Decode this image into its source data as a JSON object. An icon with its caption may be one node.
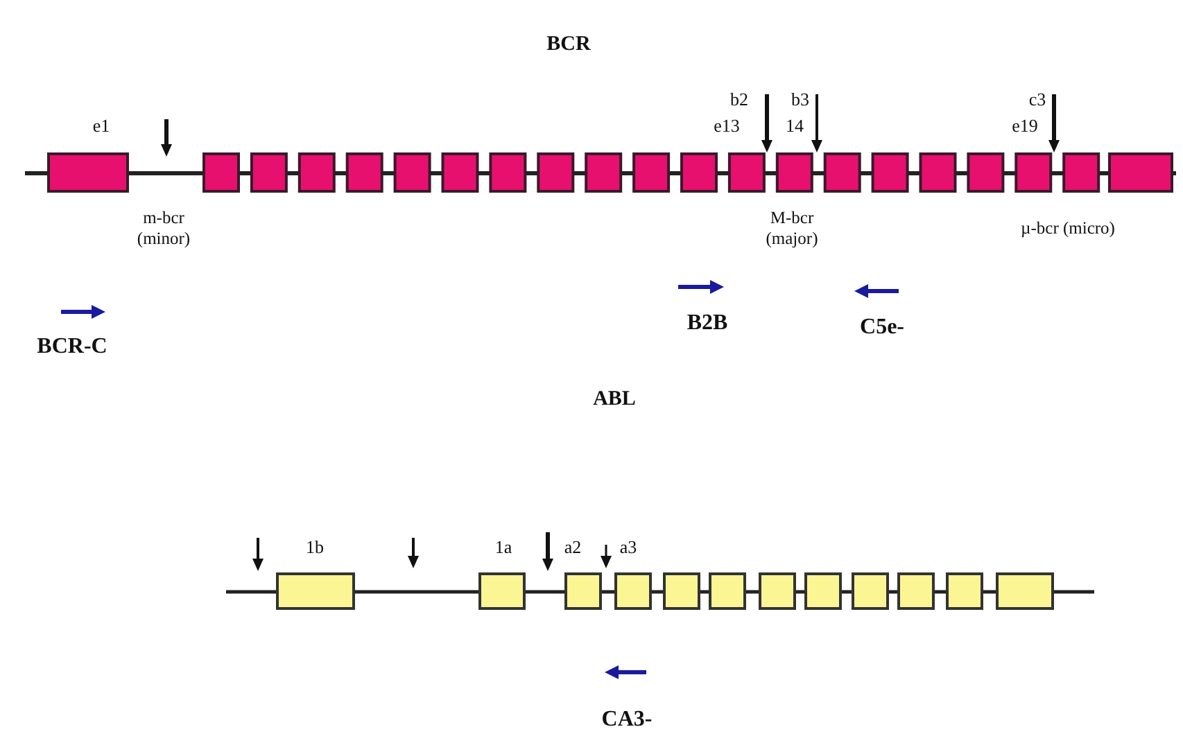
{
  "diagram": {
    "labels": [
      "BCR",
      "b2",
      "b3",
      "c3",
      "e1",
      "e13",
      "14",
      "e19",
      "m-bcr (minor)",
      "M-bcr (major)",
      "µ-bcr (micro)",
      "BCR-C",
      "B2B",
      "C5e-",
      "ABL",
      "1b",
      "1a",
      "a2",
      "a3",
      "CA3-"
    ]
  }
}
